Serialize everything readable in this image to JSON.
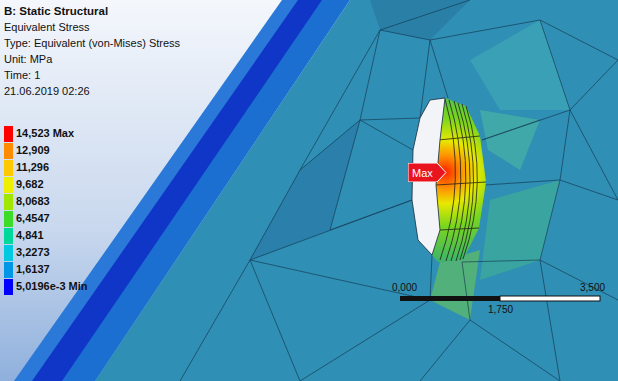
{
  "diagram": {
    "title": "B: Static Structural",
    "nodes": [
      {
        "text": [
          "Max"
        ]
      }
    ],
    "labels": [
      "Equivalent Stress",
      "Type: Equivalent (von-Mises) Stress",
      "Unit: MPa",
      "Time: 1",
      "21.06.2019 02:26",
      "0,000",
      "3,500",
      "1,750"
    ],
    "legend": [
      {
        "text": "14,523 Max",
        "color": "#ff0000"
      },
      {
        "text": "12,909",
        "color": "#ff8c00"
      },
      {
        "text": "11,296",
        "color": "#ffc800"
      },
      {
        "text": "9,682",
        "color": "#eeee00"
      },
      {
        "text": "8,0683",
        "color": "#a0e600"
      },
      {
        "text": "6,4547",
        "color": "#3cdc28"
      },
      {
        "text": "4,841",
        "color": "#00d79a"
      },
      {
        "text": "3,2273",
        "color": "#00c8e0"
      },
      {
        "text": "1,6137",
        "color": "#0096e6"
      },
      {
        "text": "5,0196e-3 Min",
        "color": "#0000ff"
      }
    ]
  }
}
